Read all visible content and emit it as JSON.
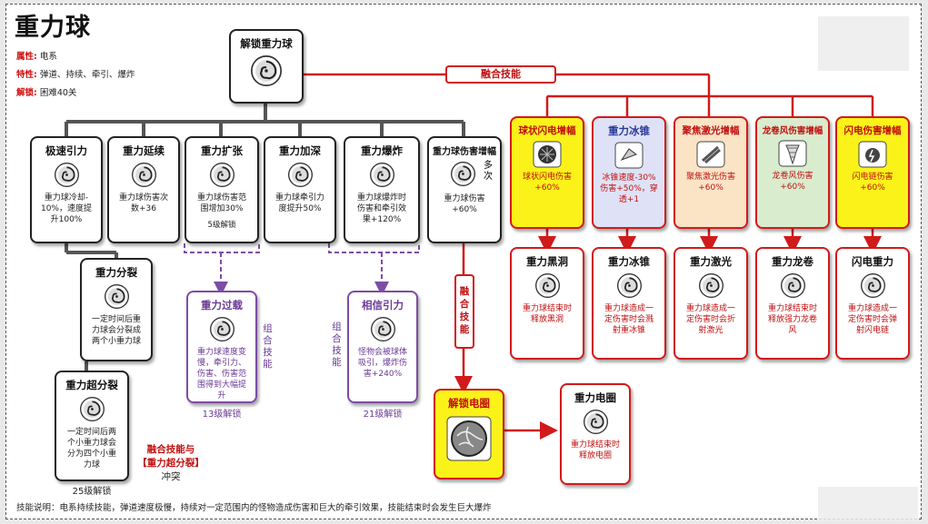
{
  "title": "重力球",
  "attributes": [
    {
      "key": "属性:",
      "value": "电系"
    },
    {
      "key": "特性:",
      "value": "弹道、持续、牵引、爆炸"
    },
    {
      "key": "解锁:",
      "value": "困难40关"
    }
  ],
  "root": {
    "title": "解锁重力球"
  },
  "fusion_label": "融合技能",
  "fusion_label_vertical": "融\n合\n技\n能",
  "combo_label": "组\n合\n技\n能",
  "upgrades": [
    {
      "title": "极速引力",
      "desc": "重力球冷却-\n10%，速度提\n升100%"
    },
    {
      "title": "重力延续",
      "desc": "重力球伤害次\n数+36"
    },
    {
      "title": "重力扩张",
      "desc": "重力球伤害范\n围增加30%",
      "note": "5级解锁"
    },
    {
      "title": "重力加深",
      "desc": "重力球牵引力\n度提升50%"
    },
    {
      "title": "重力爆炸",
      "desc": "重力球爆炸时\n伤害和牵引效\n果+120%"
    },
    {
      "title": "重力球伤害增幅",
      "extra": "多\n次",
      "desc": "重力球伤害\n+60%"
    }
  ],
  "split": {
    "title": "重力分裂",
    "desc": "一定时间后重\n力球会分裂成\n两个小重力球"
  },
  "super_split": {
    "title": "重力超分裂",
    "desc": "一定时间后两\n个小重力球会\n分为四个小重\n力球",
    "note": "25级解锁"
  },
  "conflict": {
    "line1": "融合技能与",
    "line2": "【重力超分裂】",
    "line3": "冲突"
  },
  "overload": {
    "title": "重力过载",
    "desc": "重力球速度变\n慢，牵引力、\n伤害、伤害范\n围得到大幅提\n升",
    "note": "13级解锁"
  },
  "trust": {
    "title": "相信引力",
    "desc": "怪物会被球体\n吸引，爆炸伤\n害+240%",
    "note": "21级解锁"
  },
  "fusion_sources": [
    {
      "title": "球状闪电增幅",
      "desc": "球状闪电伤害\n+60%",
      "style": "ybox",
      "icon": "lightning-ball-icon"
    },
    {
      "title": "重力冰锥",
      "desc": "冰锥速度-30%\n伤害+50%，穿\n透+1",
      "style": "bbox",
      "icon": "ice-cone-icon"
    },
    {
      "title": "聚焦激光增幅",
      "desc": "聚焦激光伤害\n+60%",
      "style": "obox",
      "icon": "laser-icon"
    },
    {
      "title": "龙卷风伤害增幅",
      "desc": "龙卷风伤害\n+60%",
      "style": "gbox",
      "icon": "tornado-icon"
    },
    {
      "title": "闪电伤害增幅",
      "desc": "闪电链伤害\n+60%",
      "style": "ybox",
      "icon": "lightning-chain-icon"
    }
  ],
  "fusion_results": [
    {
      "title": "重力黑洞",
      "desc": "重力球结束时\n释放黑洞"
    },
    {
      "title": "重力冰锥",
      "desc": "重力球造成一\n定伤害时会溅\n射重冰锥"
    },
    {
      "title": "重力激光",
      "desc": "重力球造成一\n定伤害时会折\n射激光"
    },
    {
      "title": "重力龙卷",
      "desc": "重力球结束时\n释放强力龙卷\n风"
    },
    {
      "title": "闪电重力",
      "desc": "重力球造成一\n定伤害时会弹\n射闪电链"
    }
  ],
  "unlock_field": {
    "title": "解锁电圈"
  },
  "gravity_field": {
    "title": "重力电圈",
    "desc": "重力球结束时\n释放电圈"
  },
  "footer": "技能说明：电系持续技能，弹道速度极慢，持续对一定范围内的怪物造成伤害和巨大的牵引效果，技能结束时会发生巨大爆炸",
  "colors": {
    "red": "#d11a1a",
    "purple": "#7d4ca6",
    "yellow": "#fbf21a"
  }
}
